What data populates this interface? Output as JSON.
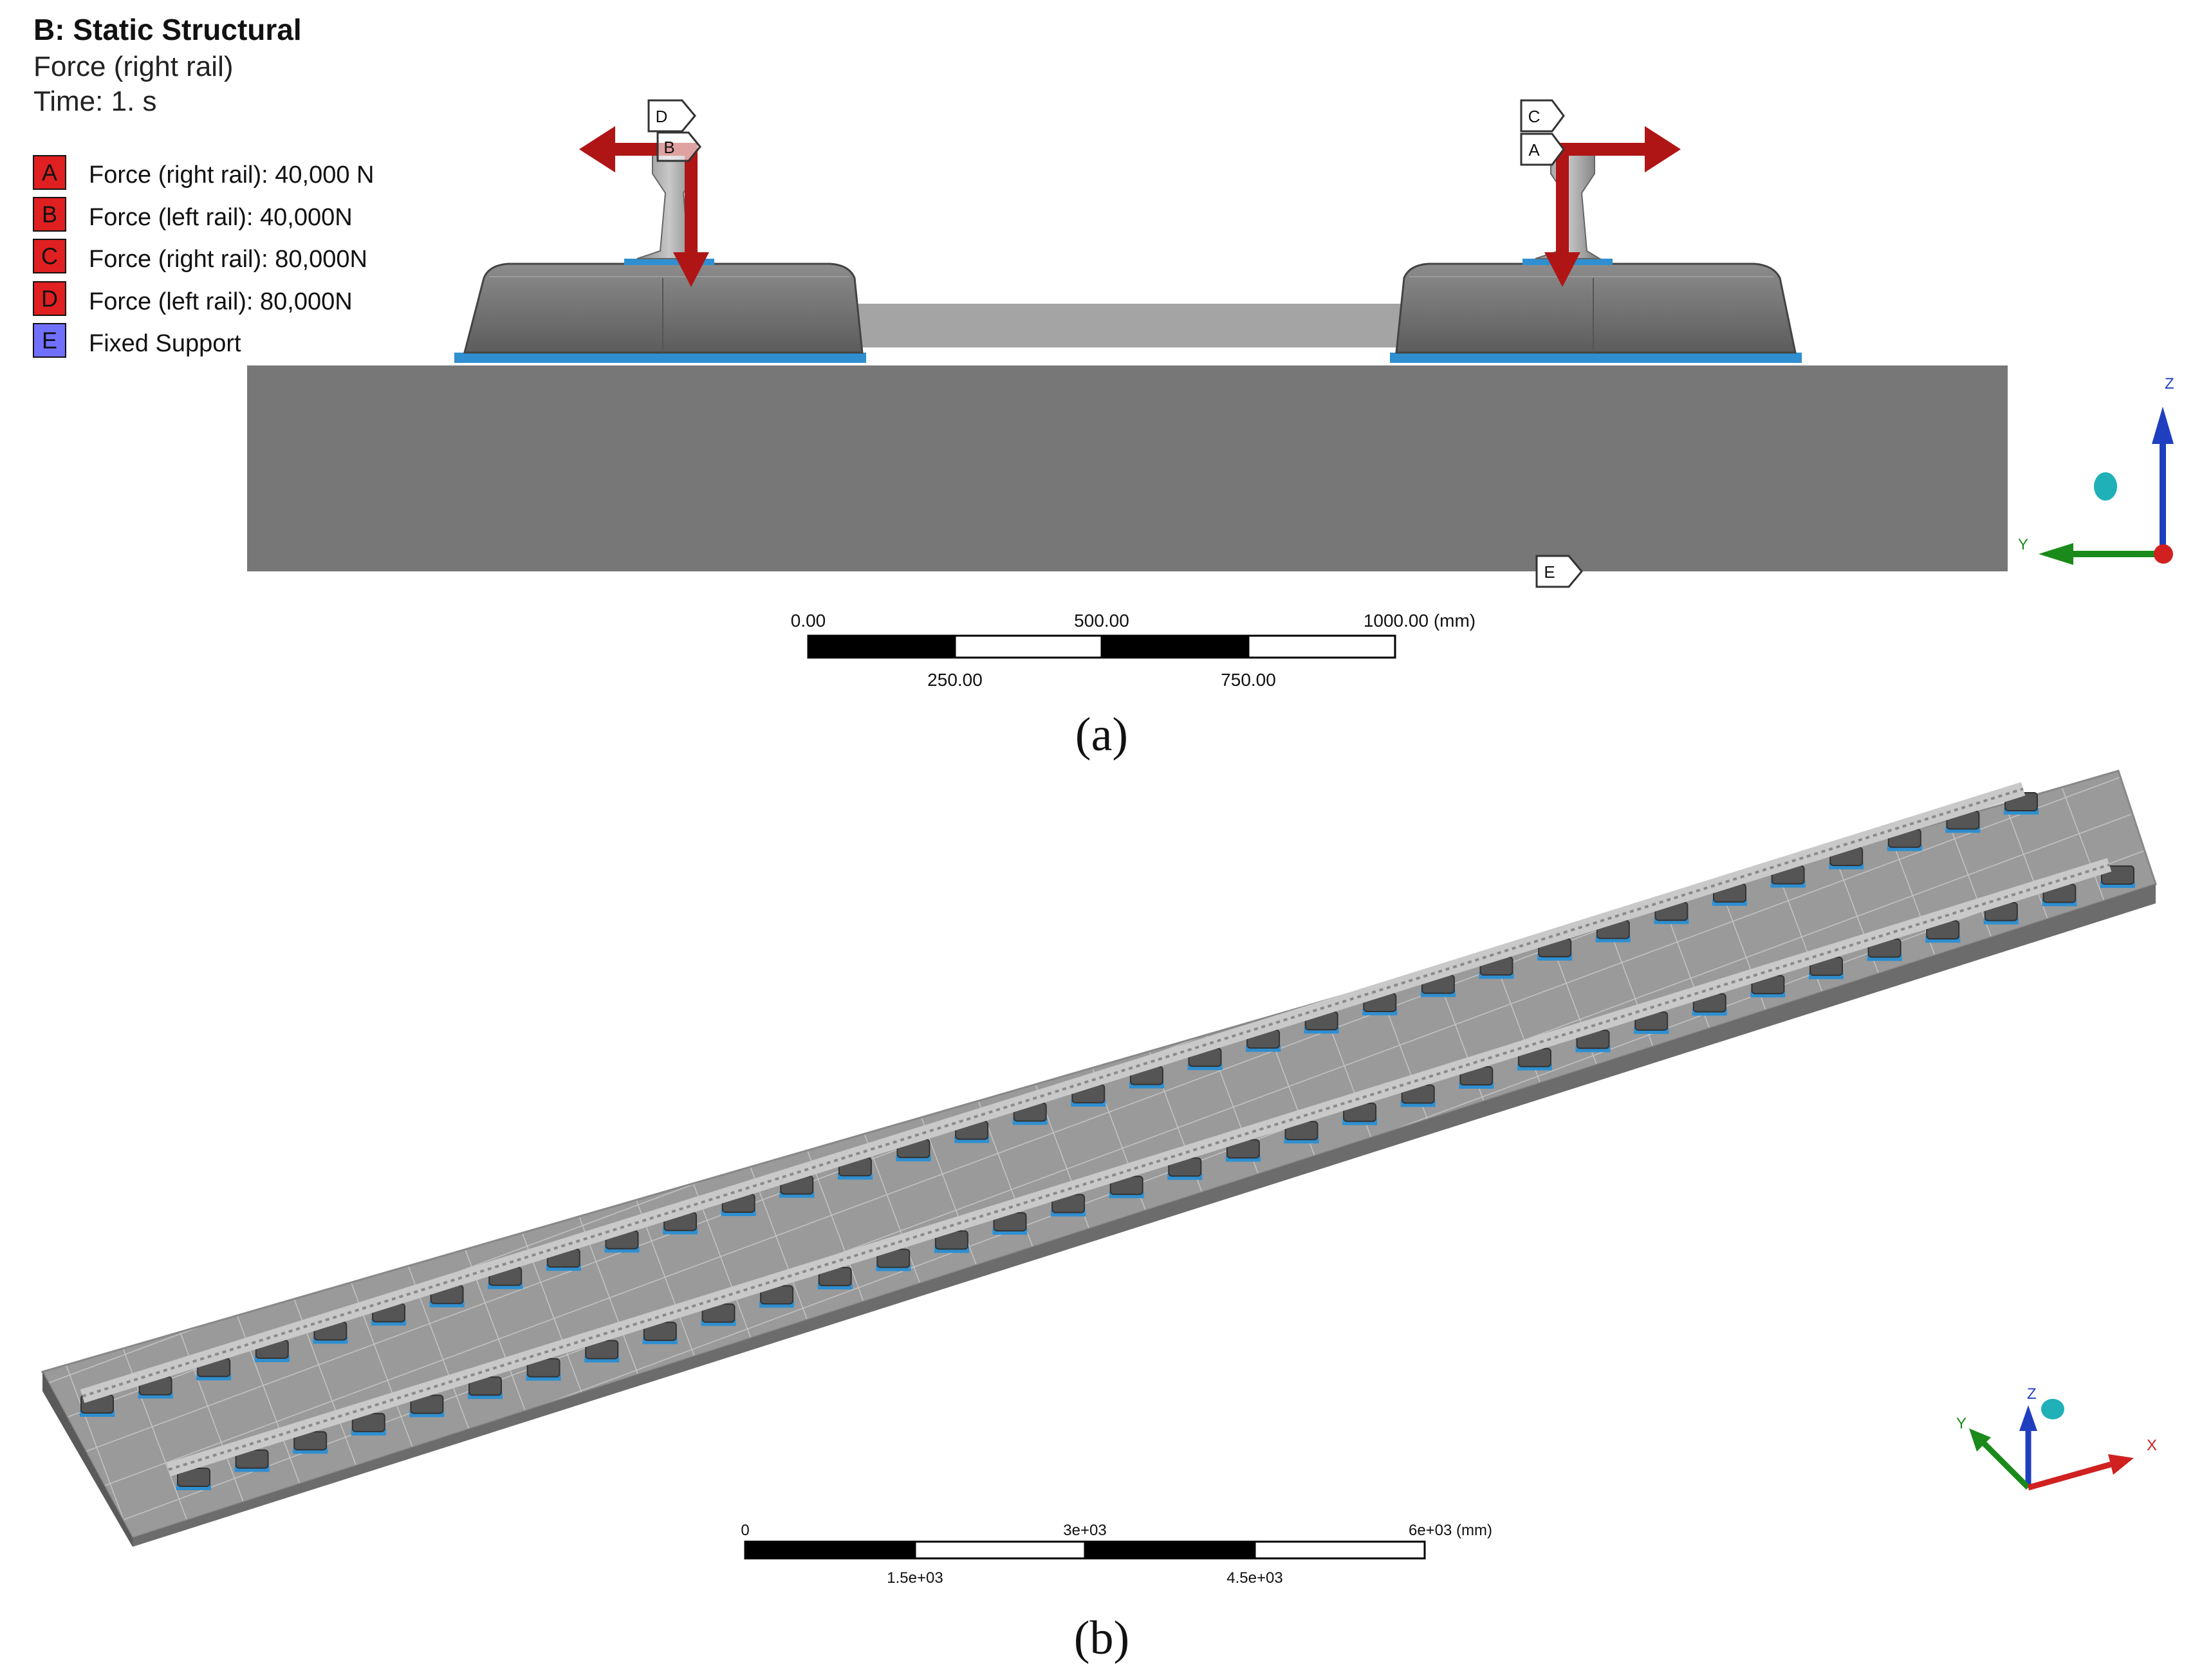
{
  "panel_a": {
    "header": {
      "title": "B: Static Structural",
      "subtitle": "Force (right rail)",
      "time": "Time: 1. s"
    },
    "legend": [
      {
        "key": "A",
        "label": "Force (right rail): 40,000 N",
        "color": "#e02020"
      },
      {
        "key": "B",
        "label": "Force (left rail): 40,000N",
        "color": "#e02020"
      },
      {
        "key": "C",
        "label": "Force (right rail): 80,000N",
        "color": "#e02020"
      },
      {
        "key": "D",
        "label": "Force (left rail): 80,000N",
        "color": "#e02020"
      },
      {
        "key": "E",
        "label": "Fixed Support",
        "color": "#7070ff"
      }
    ],
    "tags": {
      "left_top": "D",
      "left_bottom": "B",
      "right_top": "C",
      "right_bottom": "A",
      "support": "E"
    },
    "scale": {
      "top_labels": [
        "0.00",
        "500.00",
        "1000.00 (mm)"
      ],
      "bottom_labels": [
        "250.00",
        "750.00"
      ]
    },
    "axes": {
      "z": "Z",
      "y": "Y"
    },
    "caption": "(a)"
  },
  "panel_b": {
    "scale": {
      "top_labels": [
        "0",
        "3e+03",
        "6e+03 (mm)"
      ],
      "bottom_labels": [
        "1.5e+03",
        "4.5e+03"
      ]
    },
    "axes": {
      "z": "Z",
      "y": "Y",
      "x": "X"
    },
    "caption": "(b)"
  },
  "colors": {
    "force_arrow": "#b01515",
    "slab": "#7a7a7a",
    "block": "#6a6a6a",
    "support_pad": "#2f8fd0",
    "axis_z": "#1f3fc0",
    "axis_y": "#1a8a1a",
    "axis_x": "#d02020",
    "axis_ball": "#1fb0b8"
  }
}
